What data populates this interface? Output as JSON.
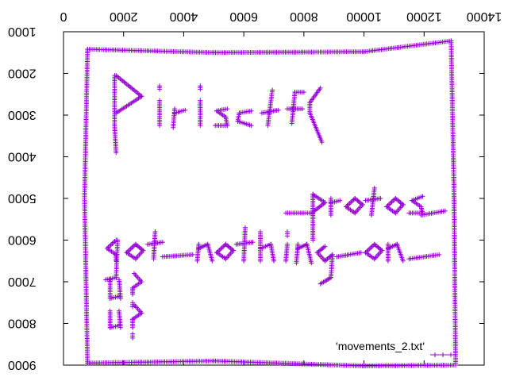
{
  "chart_data": {
    "type": "scatter",
    "title": "",
    "xlabel": "",
    "ylabel": "",
    "x_ticks": [
      "0",
      "2000",
      "4000",
      "6000",
      "8000",
      "10000",
      "12000",
      "14000"
    ],
    "y_ticks": [
      "1000",
      "2000",
      "3000",
      "4000",
      "5000",
      "6000",
      "7000",
      "8000",
      "9000"
    ],
    "xlim": [
      0,
      14000
    ],
    "ylim": [
      1000,
      9000
    ],
    "x_axis_position": "top",
    "y_axis": "inverted",
    "grid": false,
    "legend_position": "bottom-right",
    "marker": "plus",
    "series": [
      {
        "name": "'movements_2.txt'",
        "color": "#9400d3",
        "strokes": [
          [
            [
              800,
              1420
            ],
            [
              5000,
              1500
            ],
            [
              10000,
              1480
            ],
            [
              12900,
              1220
            ],
            [
              13000,
              5000
            ],
            [
              13050,
              9000
            ],
            [
              10000,
              9020
            ],
            [
              5000,
              8900
            ],
            [
              800,
              8950
            ],
            [
              700,
              5000
            ],
            [
              800,
              1420
            ]
          ],
          [
            [
              1700,
              2050
            ],
            [
              1700,
              3250
            ],
            [
              1750,
              3900
            ]
          ],
          [
            [
              1750,
              2050
            ],
            [
              2600,
              2550
            ],
            [
              1750,
              2950
            ]
          ],
          [
            [
              3200,
              2650
            ],
            [
              3200,
              3250
            ]
          ],
          [
            [
              3200,
              2300
            ],
            [
              3200,
              2380
            ]
          ],
          [
            [
              3700,
              2850
            ],
            [
              3650,
              3300
            ]
          ],
          [
            [
              3700,
              2950
            ],
            [
              4050,
              2880
            ]
          ],
          [
            [
              4550,
              2650
            ],
            [
              4550,
              3250
            ]
          ],
          [
            [
              4550,
              2300
            ],
            [
              4550,
              2380
            ]
          ],
          [
            [
              5450,
              2850
            ],
            [
              5100,
              2900
            ],
            [
              5400,
              3050
            ],
            [
              5450,
              3250
            ],
            [
              5050,
              3250
            ]
          ],
          [
            [
              6250,
              2900
            ],
            [
              5850,
              2950
            ],
            [
              5800,
              3150
            ],
            [
              6250,
              3250
            ]
          ],
          [
            [
              6950,
              2400
            ],
            [
              6800,
              3250
            ]
          ],
          [
            [
              6600,
              2950
            ],
            [
              7150,
              2880
            ]
          ],
          [
            [
              8000,
              2450
            ],
            [
              7700,
              2450
            ],
            [
              7600,
              3200
            ]
          ],
          [
            [
              7450,
              2850
            ],
            [
              7950,
              2850
            ]
          ],
          [
            [
              8550,
              2350
            ],
            [
              8200,
              2700
            ],
            [
              8200,
              2950
            ],
            [
              8600,
              3650
            ]
          ],
          [
            [
              7400,
              5350
            ],
            [
              8300,
              5350
            ]
          ],
          [
            [
              8300,
              4900
            ],
            [
              8300,
              6000
            ]
          ],
          [
            [
              8300,
              4900
            ],
            [
              8700,
              5100
            ],
            [
              8350,
              5300
            ]
          ],
          [
            [
              8900,
              5000
            ],
            [
              8900,
              5400
            ]
          ],
          [
            [
              8900,
              5100
            ],
            [
              9200,
              5050
            ]
          ],
          [
            [
              9700,
              5000
            ],
            [
              9400,
              5200
            ],
            [
              9700,
              5350
            ],
            [
              9950,
              5150
            ],
            [
              9700,
              5000
            ]
          ],
          [
            [
              10350,
              4750
            ],
            [
              10250,
              5400
            ]
          ],
          [
            [
              10050,
              5050
            ],
            [
              10550,
              5000
            ]
          ],
          [
            [
              11050,
              5000
            ],
            [
              10750,
              5200
            ],
            [
              11050,
              5350
            ],
            [
              11300,
              5150
            ],
            [
              11050,
              5000
            ]
          ],
          [
            [
              11950,
              4950
            ],
            [
              11600,
              5050
            ],
            [
              11900,
              5200
            ],
            [
              11950,
              5350
            ],
            [
              11500,
              5350
            ]
          ],
          [
            [
              11900,
              5400
            ],
            [
              12700,
              5300
            ]
          ],
          [
            [
              1750,
              6000
            ],
            [
              1450,
              6200
            ],
            [
              1750,
              6350
            ],
            [
              1750,
              6500
            ]
          ],
          [
            [
              1800,
              6000
            ],
            [
              1750,
              6900
            ],
            [
              1400,
              6950
            ]
          ],
          [
            [
              2400,
              6100
            ],
            [
              2100,
              6300
            ],
            [
              2400,
              6450
            ],
            [
              2650,
              6250
            ],
            [
              2400,
              6100
            ]
          ],
          [
            [
              3050,
              5800
            ],
            [
              3000,
              6450
            ]
          ],
          [
            [
              2800,
              6100
            ],
            [
              3300,
              6050
            ]
          ],
          [
            [
              3300,
              6400
            ],
            [
              4300,
              6350
            ]
          ],
          [
            [
              4500,
              6100
            ],
            [
              4450,
              6500
            ]
          ],
          [
            [
              4500,
              6200
            ],
            [
              4800,
              6100
            ],
            [
              4950,
              6500
            ]
          ],
          [
            [
              5400,
              6100
            ],
            [
              5100,
              6300
            ],
            [
              5400,
              6450
            ],
            [
              5650,
              6250
            ],
            [
              5400,
              6100
            ]
          ],
          [
            [
              6050,
              5700
            ],
            [
              6000,
              6500
            ]
          ],
          [
            [
              5750,
              6100
            ],
            [
              6300,
              6050
            ]
          ],
          [
            [
              6550,
              5800
            ],
            [
              6550,
              6500
            ]
          ],
          [
            [
              6550,
              6200
            ],
            [
              6900,
              6100
            ],
            [
              7000,
              6500
            ]
          ],
          [
            [
              7450,
              6100
            ],
            [
              7400,
              6500
            ]
          ],
          [
            [
              7450,
              5800
            ],
            [
              7450,
              5900
            ]
          ],
          [
            [
              7800,
              6100
            ],
            [
              7750,
              6550
            ]
          ],
          [
            [
              7800,
              6200
            ],
            [
              8100,
              6100
            ],
            [
              8250,
              6550
            ]
          ],
          [
            [
              8700,
              6150
            ],
            [
              8450,
              6300
            ],
            [
              8700,
              6500
            ],
            [
              8950,
              6350
            ],
            [
              8900,
              6900
            ],
            [
              8550,
              7050
            ]
          ],
          [
            [
              9100,
              6400
            ],
            [
              9900,
              6300
            ]
          ],
          [
            [
              10350,
              6100
            ],
            [
              10050,
              6300
            ],
            [
              10350,
              6450
            ],
            [
              10600,
              6250
            ],
            [
              10350,
              6100
            ]
          ],
          [
            [
              10800,
              6100
            ],
            [
              10800,
              6500
            ]
          ],
          [
            [
              10800,
              6200
            ],
            [
              11100,
              6100
            ],
            [
              11300,
              6500
            ]
          ],
          [
            [
              11500,
              6450
            ],
            [
              12500,
              6350
            ]
          ],
          [
            [
              1550,
              6950
            ],
            [
              1550,
              7400
            ],
            [
              1850,
              7350
            ]
          ],
          [
            [
              1850,
              6950
            ],
            [
              1900,
              7400
            ]
          ],
          [
            [
              2350,
              6800
            ],
            [
              2600,
              7000
            ],
            [
              2300,
              7150
            ],
            [
              2300,
              7300
            ]
          ],
          [
            [
              2300,
              7500
            ],
            [
              2300,
              7600
            ]
          ],
          [
            [
              1550,
              7700
            ],
            [
              1550,
              8100
            ],
            [
              1850,
              8050
            ]
          ],
          [
            [
              1850,
              7700
            ],
            [
              1900,
              8100
            ]
          ],
          [
            [
              2350,
              7550
            ],
            [
              2600,
              7750
            ],
            [
              2300,
              7900
            ],
            [
              2300,
              8100
            ]
          ],
          [
            [
              2300,
              8250
            ],
            [
              2300,
              8350
            ]
          ]
        ]
      }
    ]
  },
  "colors": {
    "series": "#9400d3",
    "axis": "#000000",
    "background": "#ffffff"
  }
}
